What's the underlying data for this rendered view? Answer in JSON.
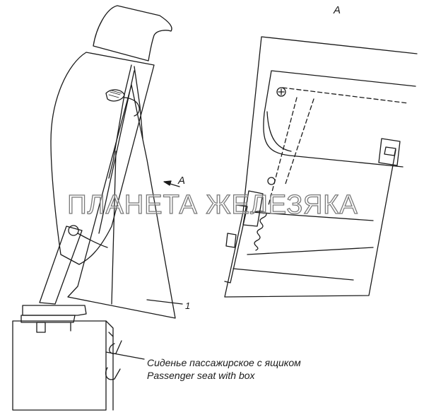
{
  "labels": {
    "view_a": "A",
    "arrow_a": "A",
    "callout_number": "1",
    "caption_ru": "Сиденье пассажирское с ящиком",
    "caption_en": "Passenger seat with box"
  },
  "watermark": "ПЛАНЕТА ЖЕЛЕЗЯКА",
  "colors": {
    "line": "#1a1a1a",
    "watermark_outline": "#7a7a7a"
  }
}
